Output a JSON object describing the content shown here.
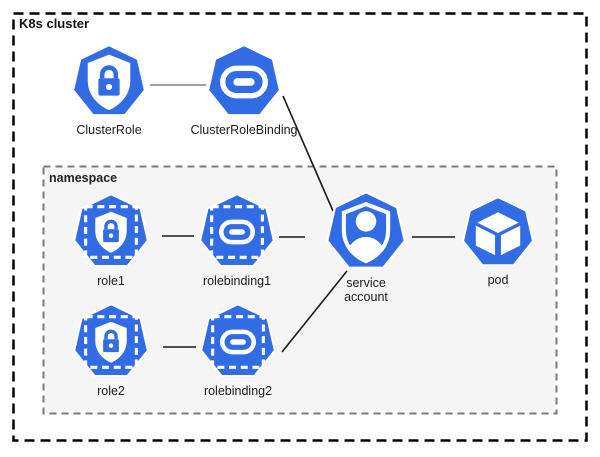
{
  "diagram": {
    "cluster_label": "K8s cluster",
    "namespace_label": "namespace",
    "colors": {
      "k8s_blue": "#326CE5",
      "namespace_bg": "#F5F5F5",
      "namespace_border": "#7B7B7B",
      "cluster_border": "#000000",
      "edge_dark": "#1A1A1A",
      "edge_gray": "#A0A0A0"
    },
    "nodes": [
      {
        "id": "clusterrole",
        "label": "ClusterRole",
        "icon": "role-icon",
        "scope": "cluster"
      },
      {
        "id": "clusterrolebinding",
        "label": "ClusterRoleBinding",
        "icon": "rolebinding-icon",
        "scope": "cluster"
      },
      {
        "id": "role1",
        "label": "role1",
        "icon": "role-icon",
        "scope": "namespaced"
      },
      {
        "id": "rolebinding1",
        "label": "rolebinding1",
        "icon": "rolebinding-icon",
        "scope": "namespaced"
      },
      {
        "id": "role2",
        "label": "role2",
        "icon": "role-icon",
        "scope": "namespaced"
      },
      {
        "id": "rolebinding2",
        "label": "rolebinding2",
        "icon": "rolebinding-icon",
        "scope": "namespaced"
      },
      {
        "id": "serviceaccount",
        "label": "service account",
        "icon": "service-account-icon",
        "scope": "namespaced"
      },
      {
        "id": "pod",
        "label": "pod",
        "icon": "pod-icon",
        "scope": "namespaced"
      }
    ],
    "edges": [
      {
        "from": "clusterrole",
        "to": "clusterrolebinding"
      },
      {
        "from": "clusterrolebinding",
        "to": "serviceaccount"
      },
      {
        "from": "role1",
        "to": "rolebinding1"
      },
      {
        "from": "rolebinding1",
        "to": "serviceaccount"
      },
      {
        "from": "role2",
        "to": "rolebinding2"
      },
      {
        "from": "rolebinding2",
        "to": "serviceaccount"
      },
      {
        "from": "serviceaccount",
        "to": "pod"
      }
    ]
  }
}
